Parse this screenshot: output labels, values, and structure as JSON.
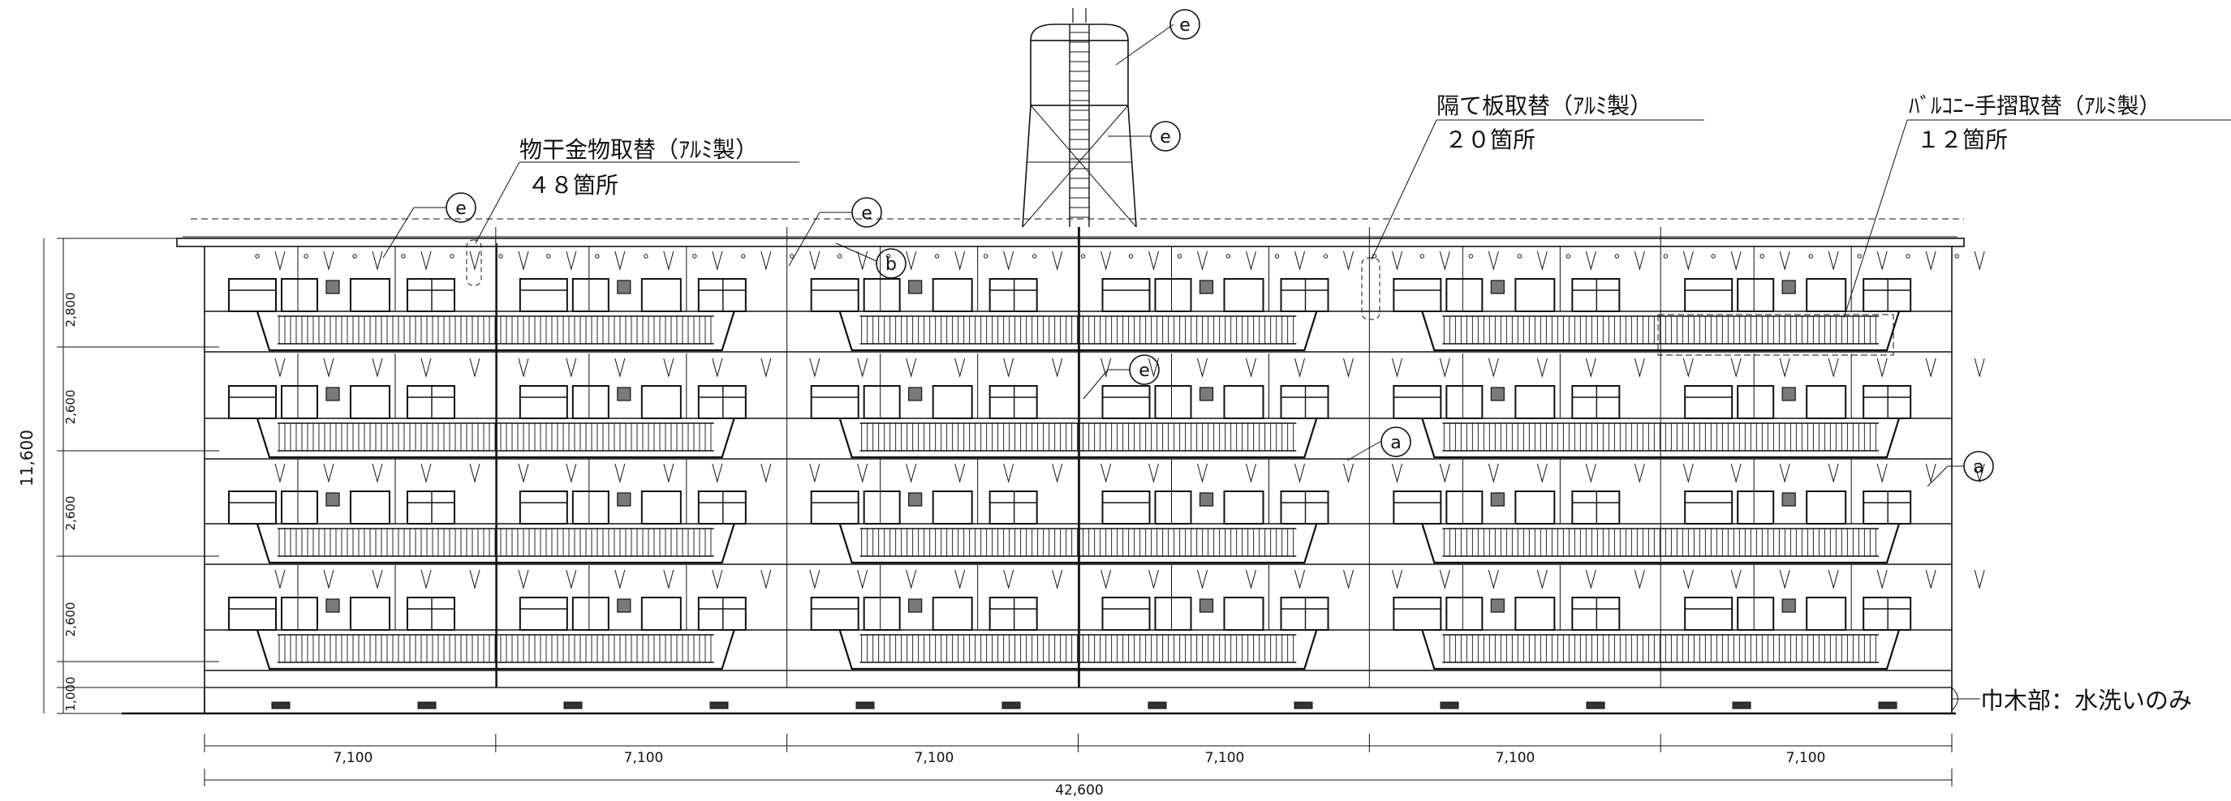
{
  "annotations": {
    "hanger": {
      "title": "物干金物取替（ｱﾙﾐ製）",
      "count": "４８箇所"
    },
    "partition": {
      "title": "隔て板取替（ｱﾙﾐ製）",
      "count": "２０箇所"
    },
    "railing": {
      "title": "ﾊﾞﾙｺﾆｰ手摺取替（ｱﾙﾐ製）",
      "count": "１２箇所"
    },
    "baseboard": "巾木部：水洗いのみ"
  },
  "markers": {
    "a": "a",
    "b": "b",
    "e": "e"
  },
  "dimensions": {
    "total_height": "11,600",
    "floor_heights": [
      "2,800",
      "2,600",
      "2,600",
      "2,600",
      "1,000"
    ],
    "bay_widths": [
      "7,100",
      "7,100",
      "7,100",
      "7,100",
      "7,100",
      "7,100"
    ],
    "total_width": "42,600"
  },
  "colors": {
    "line": "#111111",
    "window_fill": "#7a7a7a",
    "background": "#ffffff"
  }
}
